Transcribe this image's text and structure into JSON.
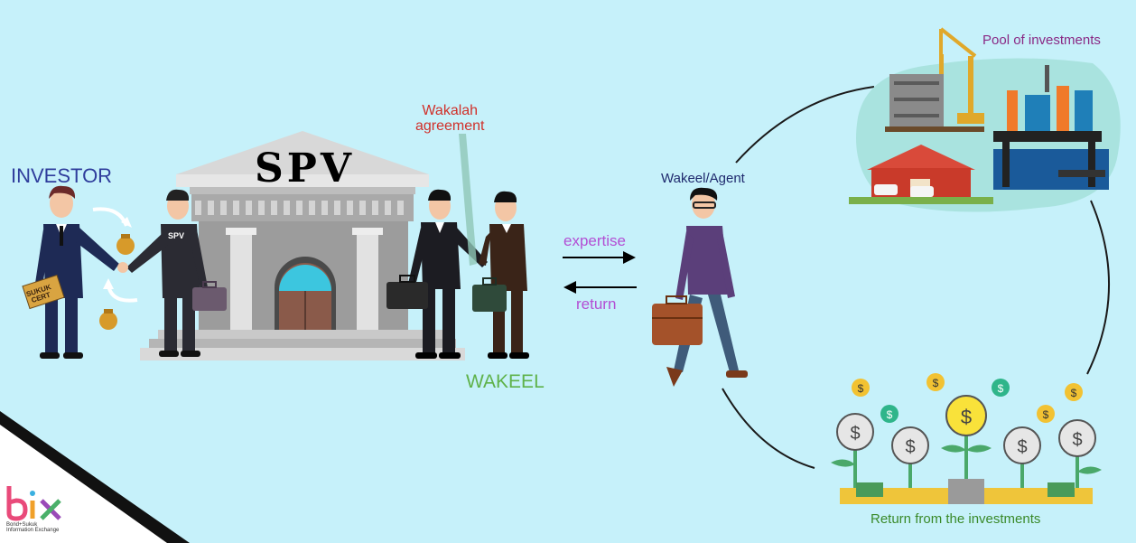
{
  "labels": {
    "investor": "INVESTOR",
    "spv": "SPV",
    "spv_badge": "SPV",
    "sukuk_line1": "SUKUK",
    "sukuk_line2": "CERT",
    "wakalah_line1": "Wakalah",
    "wakalah_line2": "agreement",
    "wakeel": "WAKEEL",
    "expertise": "expertise",
    "return": "return",
    "agent": "Wakeel/Agent",
    "pool": "Pool of investments",
    "return_investments": "Return from the investments",
    "coin_symbol": "$"
  },
  "logo": {
    "mark": "bix",
    "subtitle": "Bond+Sukuk Information Exchange"
  },
  "colors": {
    "background": "#c6f1fa",
    "investor_label": "#2f3d9c",
    "wakalah_label": "#d0302a",
    "wakeel_label": "#5fb24a",
    "arrow_label": "#b34fd4",
    "pool_label": "#8a2a85",
    "return_label": "#3a8a2a"
  }
}
